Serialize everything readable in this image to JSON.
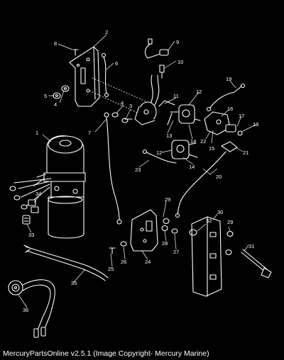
{
  "footer": {
    "text": "MercuryPartsOnline v2.5.1 (Image Copyright- Mercury Marine)"
  },
  "callouts": {
    "c1": "1",
    "c2": "2",
    "c3": "3",
    "c4a": "4",
    "c4b": "4",
    "c5": "5",
    "c6": "6",
    "c7": "7",
    "c8": "8",
    "c9": "9",
    "c10": "10",
    "c11": "11",
    "c12a": "12",
    "c12b": "12",
    "c13": "13",
    "c14a": "14",
    "c14b": "14",
    "c15": "15",
    "c16": "16",
    "c17": "17",
    "c18": "18",
    "c19": "19",
    "c20": "20",
    "c21": "21",
    "c22": "22",
    "c23": "23",
    "c24": "24",
    "c25": "25",
    "c26": "26",
    "c27": "27",
    "c28": "28",
    "c29a": "29",
    "c29b": "29",
    "c30": "30",
    "c31": "31",
    "c32": "32",
    "c33": "33",
    "c34": "34",
    "c35": "35",
    "c36": "36"
  }
}
